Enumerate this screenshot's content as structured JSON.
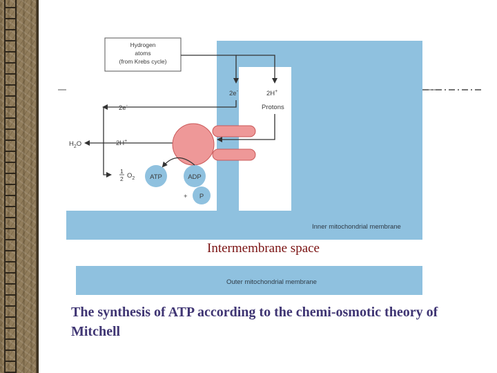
{
  "diagram": {
    "source_box": [
      "Hydrogen",
      "atoms",
      "(from Krebs cycle)"
    ],
    "electrons_top": "2e",
    "electrons_top_sup": "-",
    "protons_top": "2H",
    "protons_top_sup": "+",
    "protons_label": "Protons",
    "electrons_left": "2e",
    "electrons_left_sup": "-",
    "water": "H",
    "water_sub": "2",
    "water_end": "O",
    "protons_left": "2H",
    "protons_left_sup": "+",
    "oxygen_frac_num": "1",
    "oxygen_frac_den": "2",
    "oxygen": "O",
    "oxygen_sub": "2",
    "atp": "ATP",
    "adp": "ADP",
    "plus": "+",
    "phosphate": "P",
    "inner_membrane": "Inner mitochondrial membrane",
    "outer_membrane": "Outer mitochondrial membrane"
  },
  "intermembrane_label": "Intermembrane space",
  "caption": "The synthesis of ATP according to the chemi-osmotic theory of Mitchell",
  "colors": {
    "membrane": "#8fc1df",
    "enzyme": "#ee9898",
    "enzyme_stroke": "#c95858",
    "caption": "#3f3573",
    "label_red": "#7a1212"
  }
}
